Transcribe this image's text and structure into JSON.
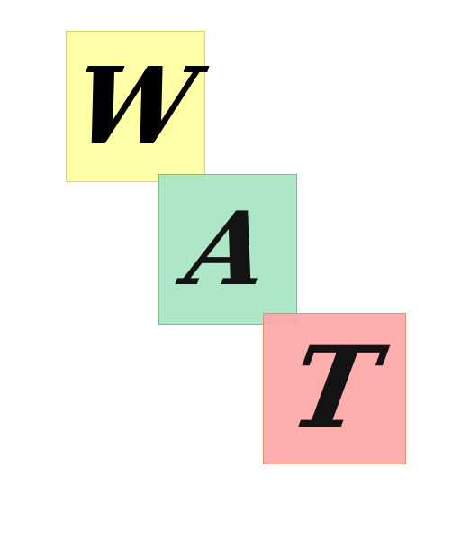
{
  "tiles": [
    {
      "letter": "W",
      "fill": "#ffffa8",
      "border": "#d9d94a"
    },
    {
      "letter": "A",
      "fill": "#a8e4c4",
      "border": "#6fbf6f"
    },
    {
      "letter": "T",
      "fill": "#ffa8a8",
      "border": "#e08a6a"
    }
  ]
}
